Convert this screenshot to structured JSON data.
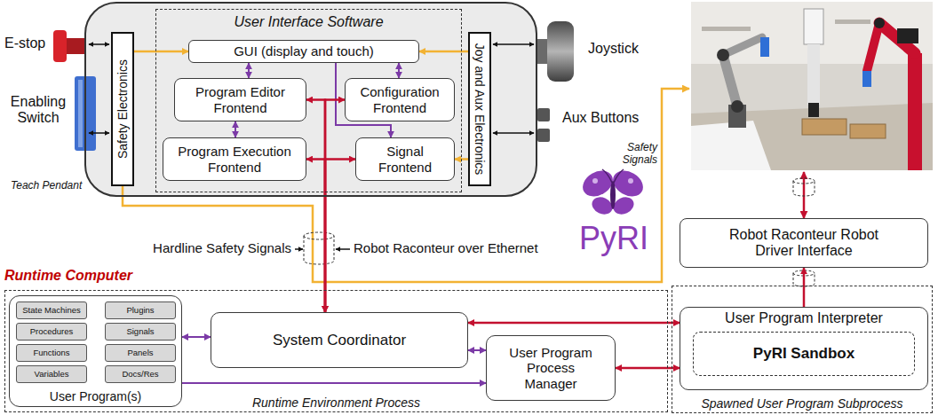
{
  "diagram": {
    "nodes": [
      {
        "text": [
          "Teach Pendant"
        ]
      },
      {
        "text": [
          "Safety Electronics"
        ],
        "in": 0
      },
      {
        "text": [
          "User Interface Software"
        ],
        "in": 0
      },
      {
        "text": [
          "GUI (display and touch)"
        ],
        "in": 2
      },
      {
        "text": [
          "Program Editor Frontend"
        ],
        "in": 2
      },
      {
        "text": [
          "Configuration Frontend"
        ],
        "in": 2
      },
      {
        "text": [
          "Program Execution Frontend"
        ],
        "in": 2
      },
      {
        "text": [
          "Signal Frontend"
        ],
        "in": 2
      },
      {
        "text": [
          "Joy and Aux Electronics"
        ],
        "in": 0
      },
      {
        "text": [
          "Robot Raconteur Robot Driver Interface"
        ]
      },
      {
        "text": [
          "Runtime Environment Process"
        ]
      },
      {
        "text": [
          "User Program(s)"
        ],
        "in": 10
      },
      {
        "text": [
          "State Machines"
        ],
        "in": 11
      },
      {
        "text": [
          "Plugins"
        ],
        "in": 11
      },
      {
        "text": [
          "Procedures"
        ],
        "in": 11
      },
      {
        "text": [
          "Signals"
        ],
        "in": 11
      },
      {
        "text": [
          "Functions"
        ],
        "in": 11
      },
      {
        "text": [
          "Panels"
        ],
        "in": 11
      },
      {
        "text": [
          "Variables"
        ],
        "in": 11
      },
      {
        "text": [
          "Docs/Res"
        ],
        "in": 11
      },
      {
        "text": [
          "System Coordinator"
        ],
        "in": 10
      },
      {
        "text": [
          "User Program Process Manager"
        ],
        "in": 10
      },
      {
        "text": [
          "Spawned User Program Subprocess"
        ]
      },
      {
        "text": [
          "User Program Interpreter"
        ],
        "in": 22
      },
      {
        "text": [
          "PyRI Sandbox"
        ],
        "in": 23
      }
    ],
    "edges": [
      {
        "from": 1,
        "to": 3,
        "arrow": "to"
      },
      {
        "from": 8,
        "to": 3,
        "arrow": "to"
      },
      {
        "from": 8,
        "to": 7,
        "arrow": "to"
      },
      {
        "from": 3,
        "to": 4,
        "arrow": "both"
      },
      {
        "from": 3,
        "to": 5,
        "arrow": "both"
      },
      {
        "from": 3,
        "to": 7,
        "arrow": "to"
      },
      {
        "from": 4,
        "to": 6,
        "arrow": "both"
      },
      {
        "from": 4,
        "to": 20,
        "arrow": "both"
      },
      {
        "from": 5,
        "to": 20,
        "arrow": "both"
      },
      {
        "from": 6,
        "to": 20,
        "arrow": "both"
      },
      {
        "from": 7,
        "to": 20,
        "arrow": "both"
      },
      {
        "from": 11,
        "to": 20,
        "arrow": "both"
      },
      {
        "from": 20,
        "to": 21,
        "arrow": "both"
      },
      {
        "from": 11,
        "to": 21,
        "arrow": "to"
      },
      {
        "from": 20,
        "to": 23,
        "arrow": "both"
      },
      {
        "from": 21,
        "to": 23,
        "arrow": "both"
      },
      {
        "from": 23,
        "to": 9,
        "arrow": "to"
      }
    ],
    "labels": [
      "E-stop",
      "Enabling Switch",
      "Joystick",
      "Aux Buttons",
      "Safety Signals",
      "PyRI",
      "Hardline Safety Signals",
      "Robot Raconteur over Ethernet",
      "Runtime Computer"
    ]
  }
}
